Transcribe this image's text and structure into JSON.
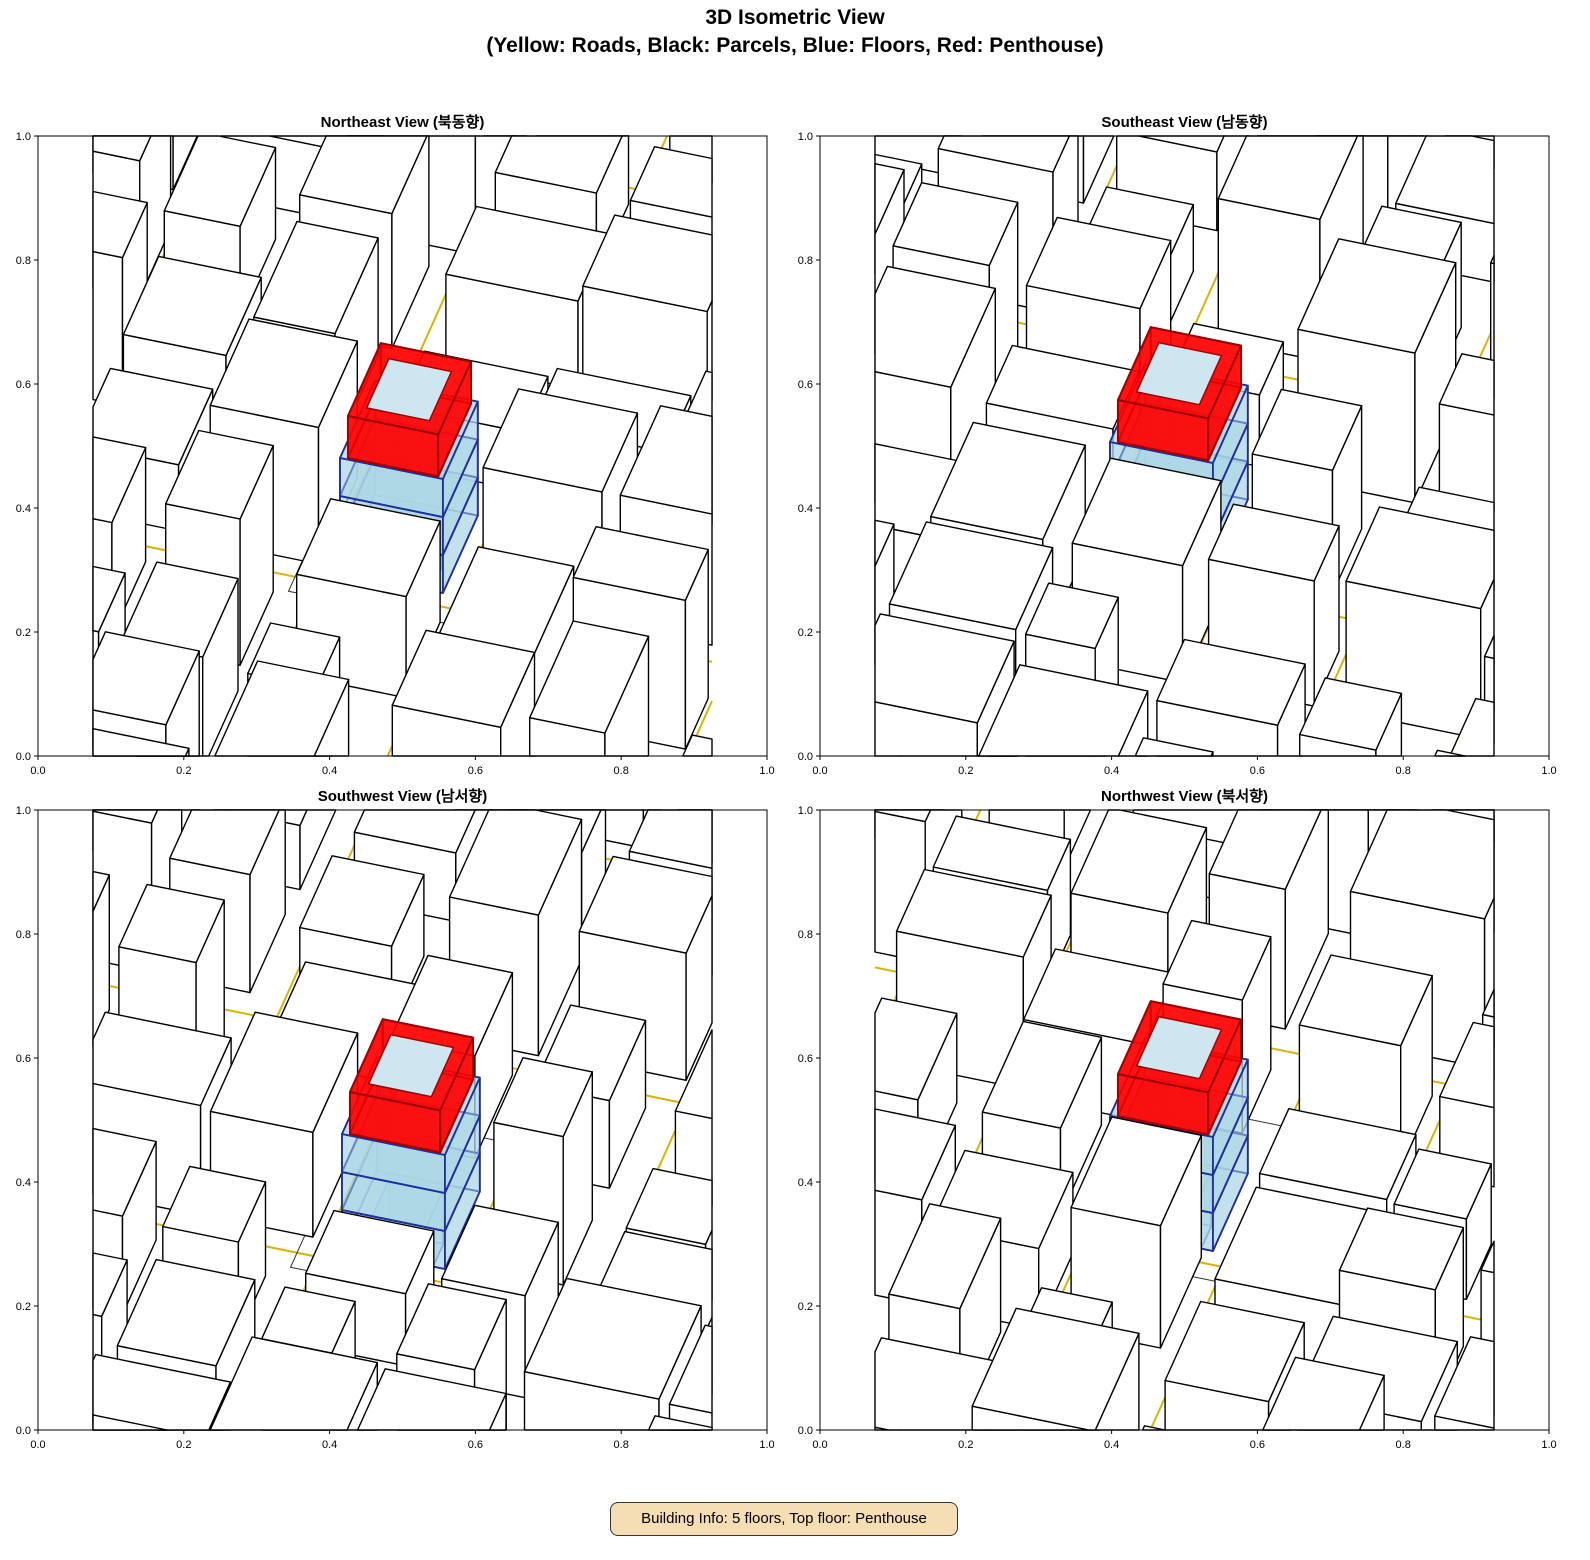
{
  "figure": {
    "title_line1": "3D Isometric View",
    "title_line2": "(Yellow: Roads, Black: Parcels, Blue: Floors, Red: Penthouse)"
  },
  "panels": [
    {
      "title": "Northeast View (북동향)",
      "seed": 11
    },
    {
      "title": "Southeast View (남동향)",
      "seed": 23
    },
    {
      "title": "Southwest View (남서향)",
      "seed": 37
    },
    {
      "title": "Northwest View (북서향)",
      "seed": 51
    }
  ],
  "axes": {
    "x_ticks": [
      "0.0",
      "0.2",
      "0.4",
      "0.6",
      "0.8",
      "1.0"
    ],
    "y_ticks": [
      "0.0",
      "0.2",
      "0.4",
      "0.6",
      "0.8",
      "1.0"
    ],
    "xlim": [
      0,
      1
    ],
    "ylim": [
      0,
      1
    ]
  },
  "building": {
    "floors": 5,
    "visible_floor_boxes": 3,
    "top_floor": "Penthouse"
  },
  "colors": {
    "road": "#d9b400",
    "parcel": "#000000",
    "floor_fill": "#add8e6",
    "floor_edge": "#1f2f9f",
    "penthouse_fill": "#ff0000",
    "penthouse_edge": "#a00000"
  },
  "footer": {
    "text": "Building Info: 5 floors, Top floor: Penthouse"
  }
}
